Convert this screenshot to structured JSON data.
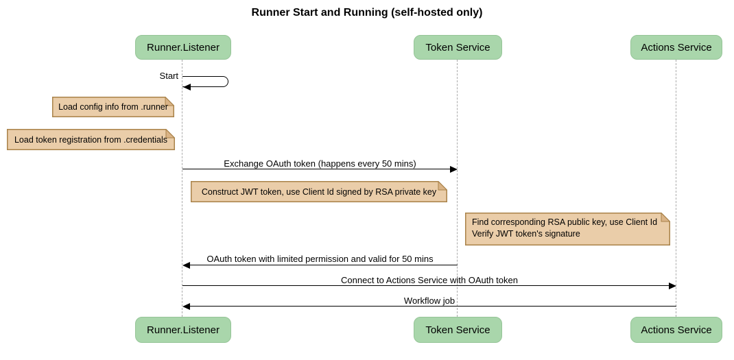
{
  "title": "Runner Start and Running (self-hosted only)",
  "actors": {
    "runner": "Runner.Listener",
    "token": "Token Service",
    "actions": "Actions Service"
  },
  "messages": {
    "start": "Start",
    "exchange": "Exchange OAuth token (happens every 50 mins)",
    "oauth_return": "OAuth token with limited permission and valid for 50 mins",
    "connect": "Connect to Actions Service with OAuth token",
    "workflow": "Workflow job"
  },
  "notes": {
    "load_config": "Load config info from .runner",
    "load_credentials": "Load token registration from .credentials",
    "construct_jwt": "Construct JWT token, use Client Id signed by RSA private key",
    "find_rsa_1": "Find corresponding RSA public key, use Client Id",
    "find_rsa_2": "Verify JWT token's signature"
  },
  "colors": {
    "actor_fill": "#a9d6ab",
    "actor_border": "#95c497",
    "note_fill": "#eacda9",
    "note_border": "#a98249",
    "note_fold": "#d9b386",
    "lifeline": "#a9a9a9",
    "ink": "#000000"
  }
}
